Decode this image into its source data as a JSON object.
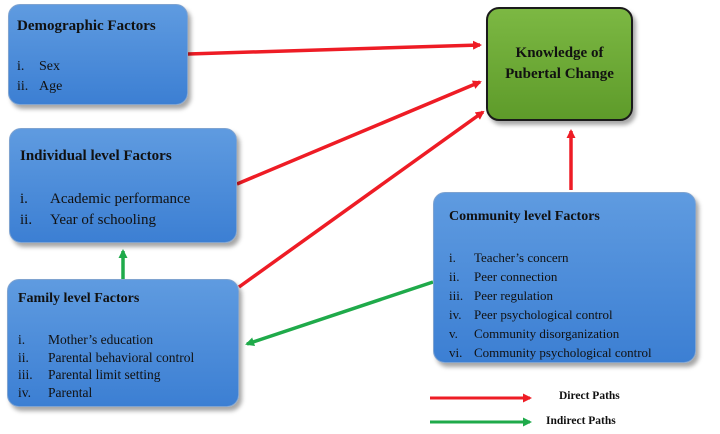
{
  "demographic": {
    "title": "Demographic  Factors",
    "items": [
      {
        "num": "i.",
        "text": "Sex"
      },
      {
        "num": "ii.",
        "text": "Age"
      }
    ]
  },
  "individual": {
    "title": "Individual level Factors",
    "items": [
      {
        "num": "i.",
        "text": "Academic performance"
      },
      {
        "num": "ii.",
        "text": "Year of schooling"
      }
    ]
  },
  "family": {
    "title": "Family level Factors",
    "items": [
      {
        "num": "i.",
        "text": "Mother’s education"
      },
      {
        "num": "ii.",
        "text": "Parental behavioral control"
      },
      {
        "num": "iii.",
        "text": "Parental limit setting"
      },
      {
        "num": "iv.",
        "text": "Parental"
      }
    ]
  },
  "community": {
    "title": "Community level Factors",
    "items": [
      {
        "num": "i.",
        "text": "Teacher’s concern"
      },
      {
        "num": "ii.",
        "text": "Peer connection"
      },
      {
        "num": "iii.",
        "text": "Peer regulation"
      },
      {
        "num": "iv.",
        "text": "Peer psychological control"
      },
      {
        "num": "v.",
        "text": "Community disorganization"
      },
      {
        "num": "vi.",
        "text": "Community psychological control"
      }
    ]
  },
  "outcome": {
    "title": "Knowledge of\nPubertal Change"
  },
  "legend": {
    "direct": "Direct  Paths",
    "indirect": "Indirect  Paths"
  },
  "colors": {
    "direct": "#ee1c25",
    "indirect": "#1faa4a",
    "factor_box": "#4a8ad8",
    "outcome_box": "#6aa83a"
  }
}
